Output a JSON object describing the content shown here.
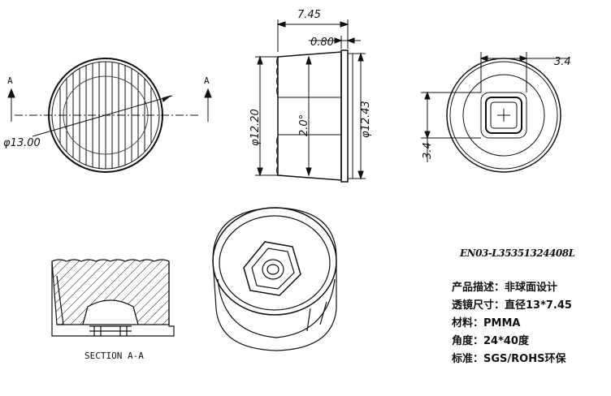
{
  "front_view": {
    "section_mark_left": "A",
    "section_mark_right": "A",
    "diameter_label": "φ13.00"
  },
  "side_view": {
    "length_label": "7.45",
    "flange_label": "0.80",
    "inner_diameter_label": "φ12.20",
    "outer_diameter_label": "φ12.43",
    "angle_label": "2.0°"
  },
  "rear_view": {
    "width_label": "3.4",
    "height_label": "3.4"
  },
  "section_view": {
    "caption": "SECTION A-A"
  },
  "spec": {
    "model": "EN03-L35351324408L",
    "lines": [
      "产品描述：非球面设计",
      "透镜尺寸：直径13*7.45",
      "材料：PMMA",
      "角度：24*40度",
      "标准：SGS/ROHS环保"
    ]
  }
}
